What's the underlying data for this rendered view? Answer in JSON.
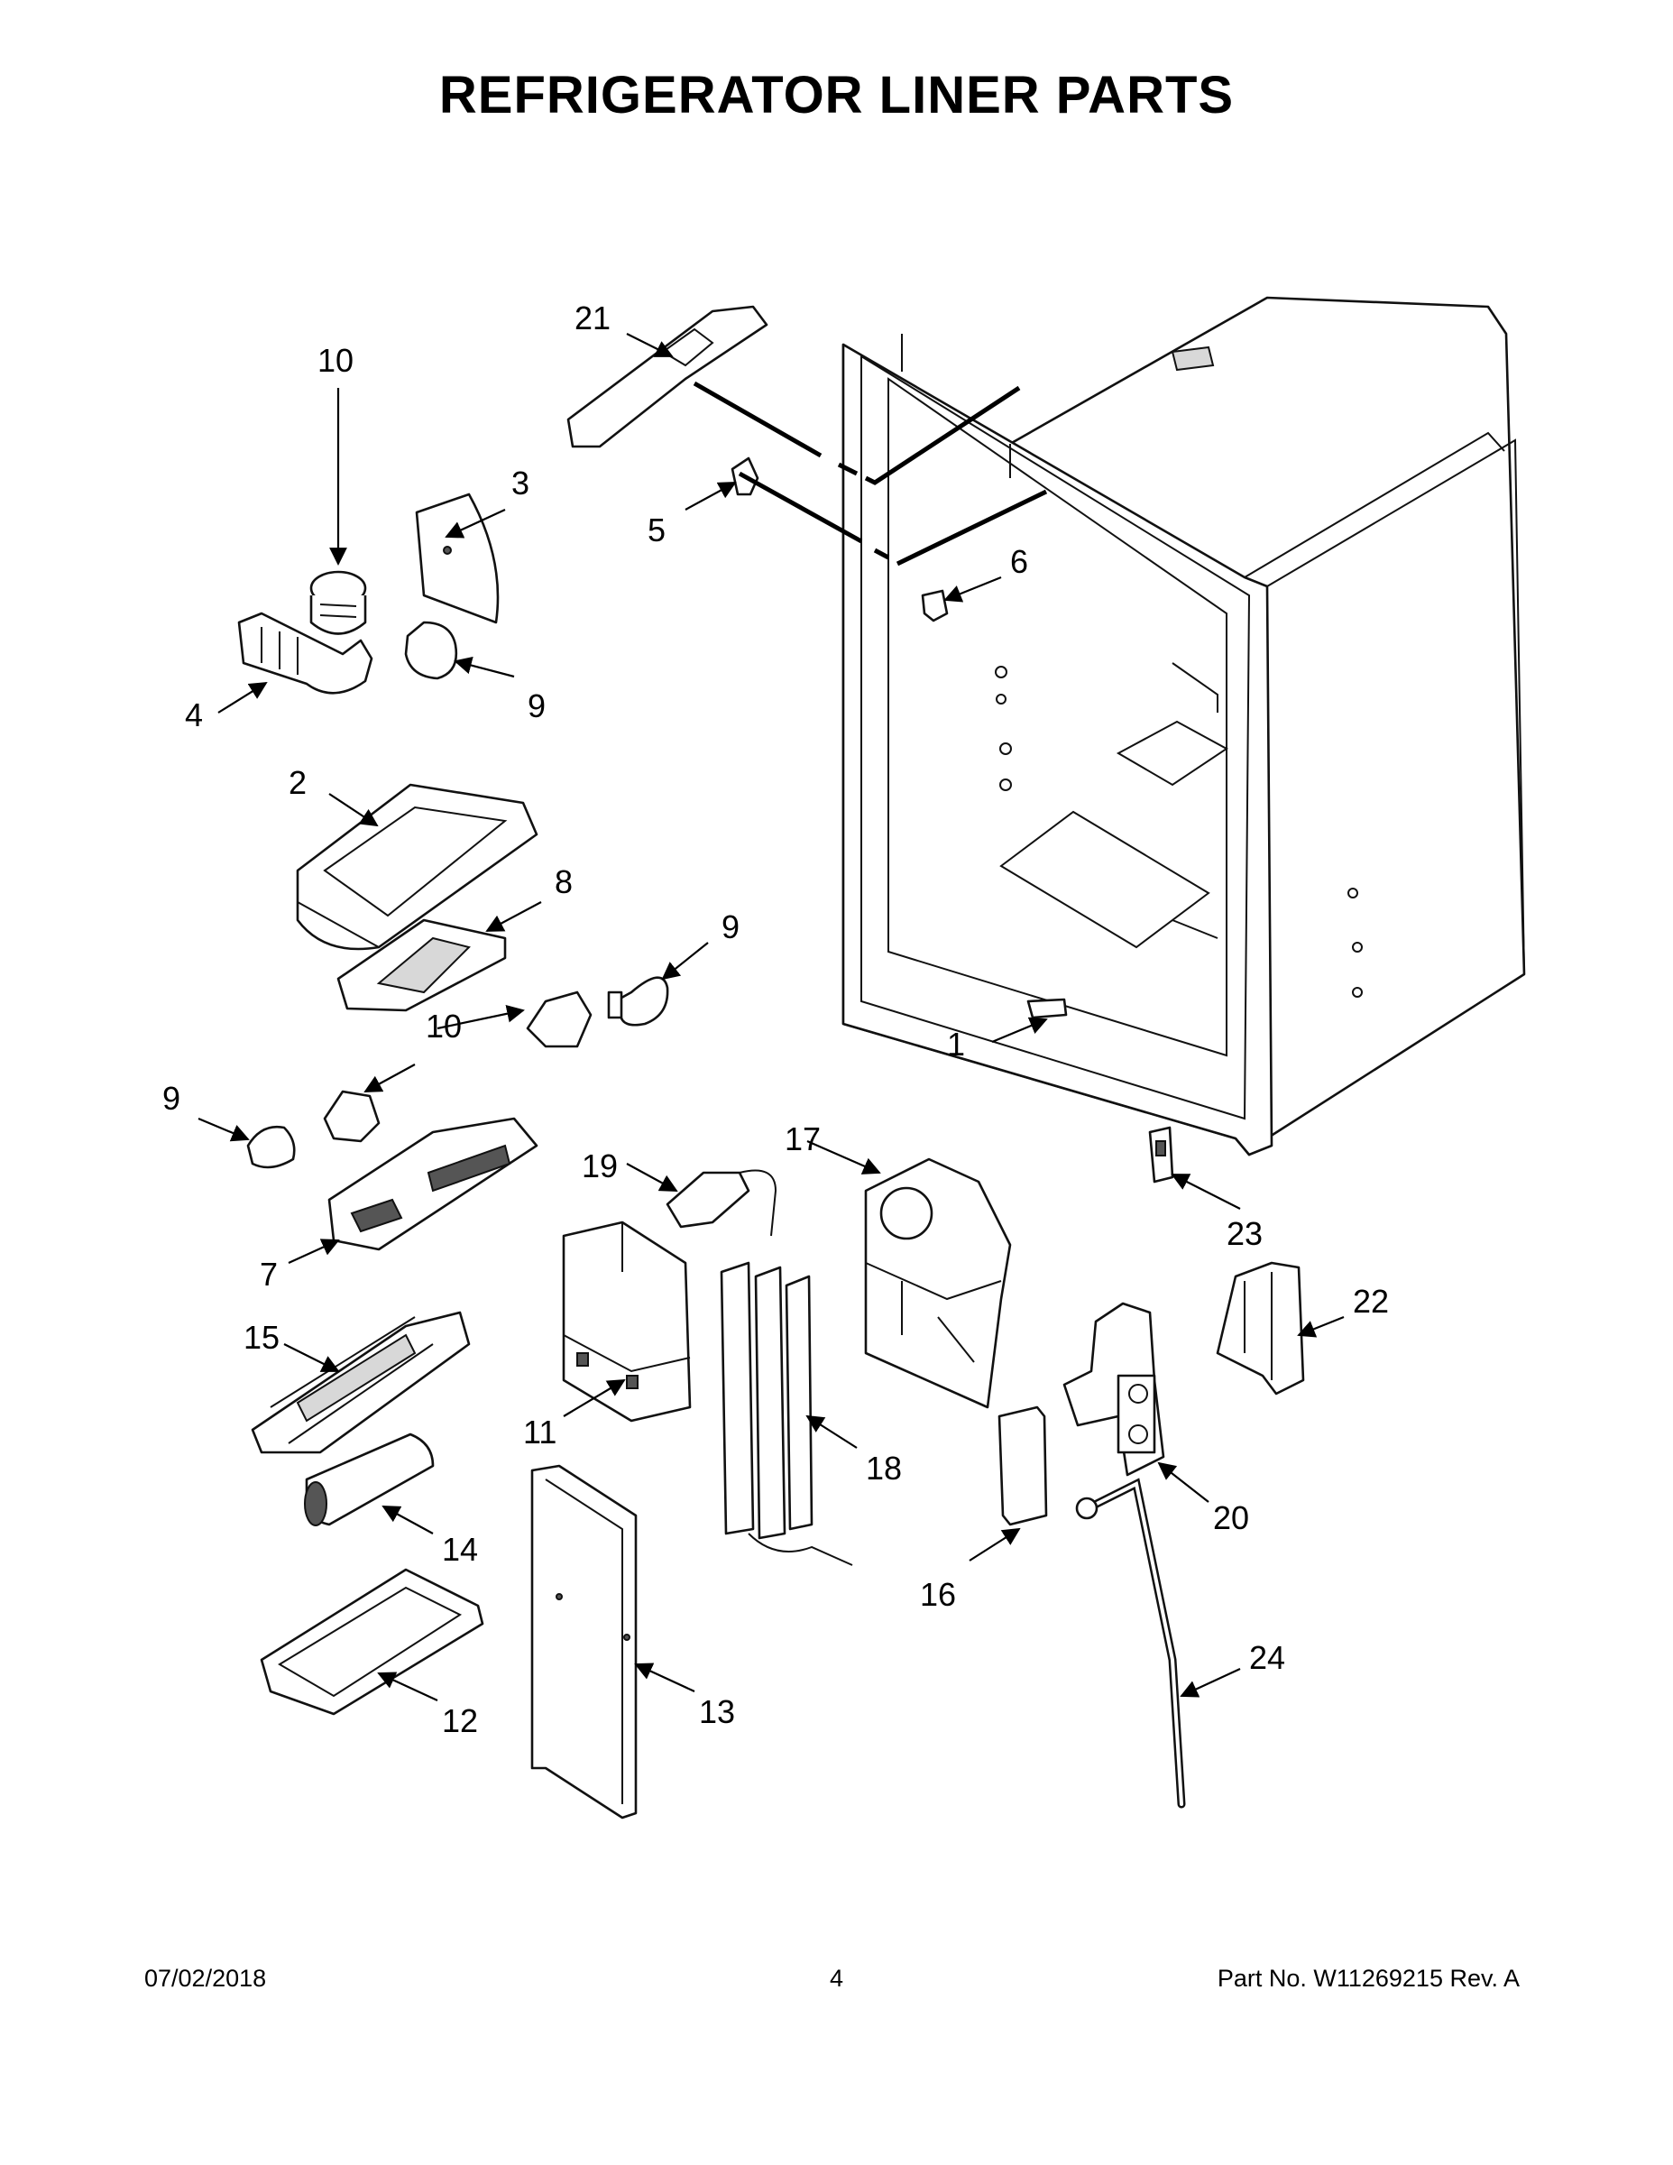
{
  "title": "REFRIGERATOR LINER PARTS",
  "footer": {
    "date": "07/02/2018",
    "page": "4",
    "part_number": "Part No.  W11269215  Rev.  A"
  },
  "callouts": {
    "c1": "1",
    "c2": "2",
    "c3": "3",
    "c4": "4",
    "c5": "5",
    "c6": "6",
    "c7": "7",
    "c8": "8",
    "c9a": "9",
    "c9b": "9",
    "c9c": "9",
    "c10a": "10",
    "c10b": "10",
    "c11": "11",
    "c12": "12",
    "c13": "13",
    "c14": "14",
    "c15": "15",
    "c16": "16",
    "c17": "17",
    "c18": "18",
    "c19": "19",
    "c20": "20",
    "c21": "21",
    "c22": "22",
    "c23": "23",
    "c24": "24"
  }
}
